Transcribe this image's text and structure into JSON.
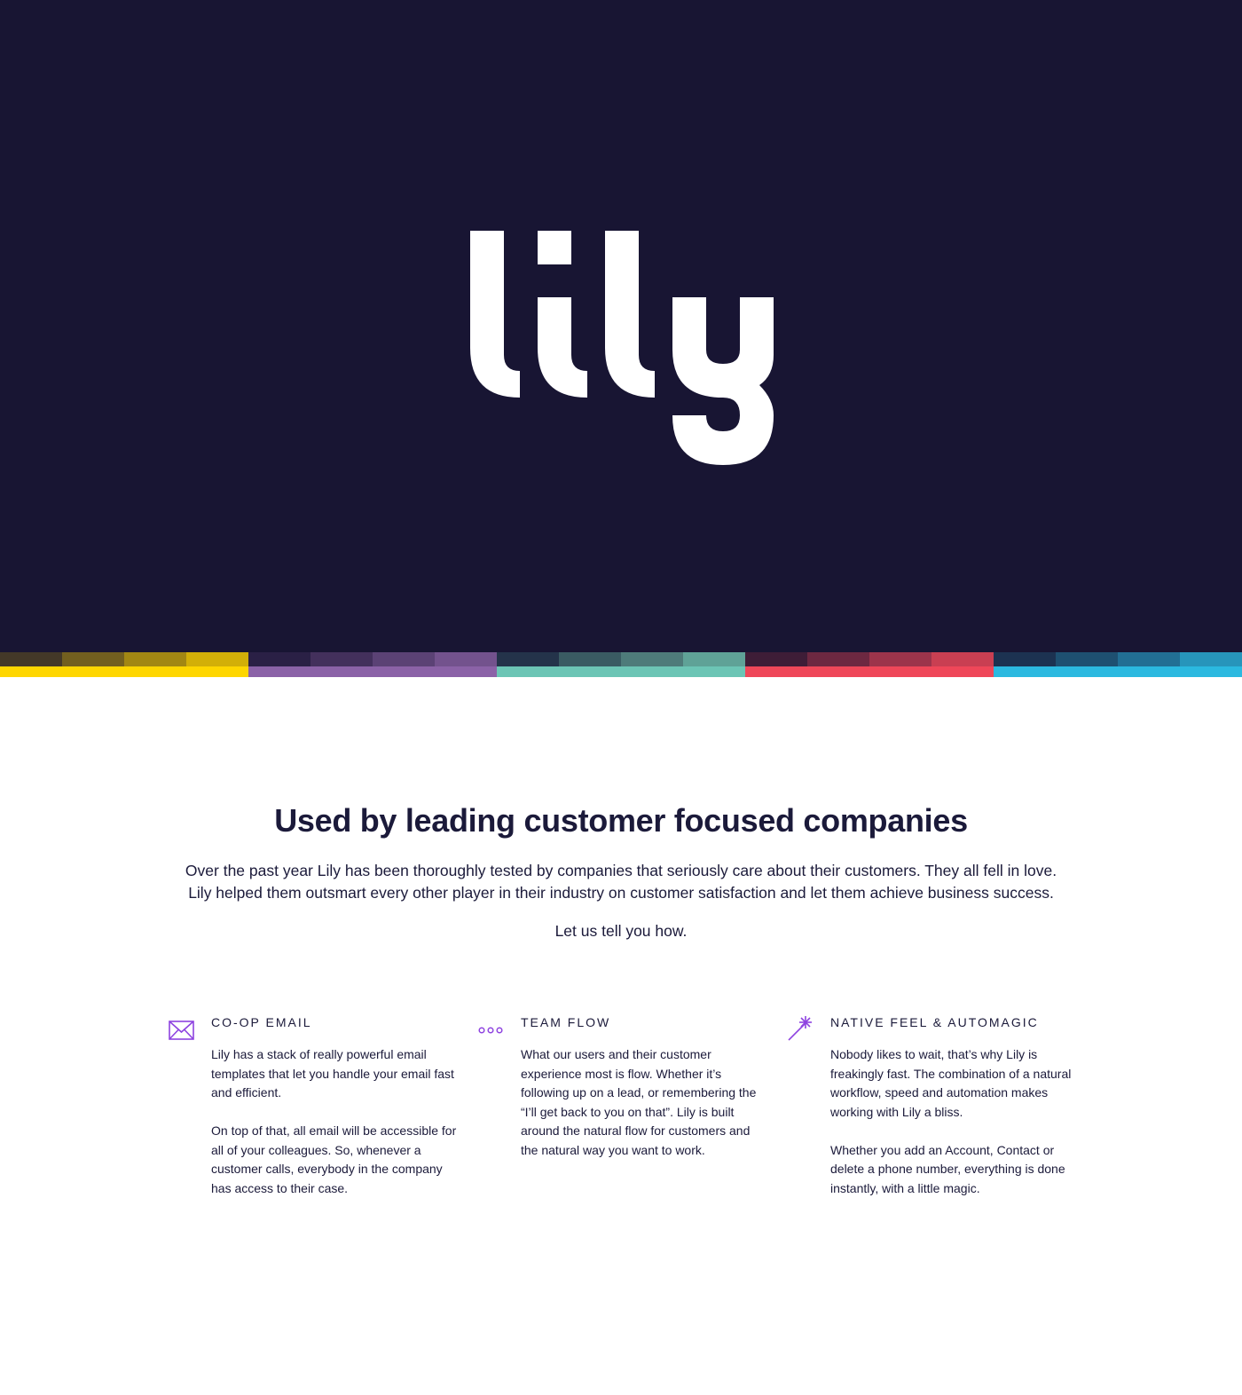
{
  "hero": {
    "background": "#181533",
    "logo": {
      "text": "lily",
      "color": "#ffffff",
      "icon": "lily-wordmark-logo"
    }
  },
  "palette": [
    {
      "name": "yellow",
      "main": "#fed600",
      "shades": [
        "#433828",
        "#725f1f",
        "#a28713",
        "#d2af08"
      ]
    },
    {
      "name": "purple",
      "main": "#8b62a7",
      "shades": [
        "#2a2045",
        "#43305c",
        "#5b4275",
        "#73528d"
      ]
    },
    {
      "name": "teal",
      "main": "#6cc5b5",
      "shades": [
        "#24334a",
        "#3a5b63",
        "#4e7b7a",
        "#5fa297"
      ]
    },
    {
      "name": "red",
      "main": "#ef4759",
      "shades": [
        "#3e1d37",
        "#6d2841",
        "#9c344b",
        "#c93f52"
      ]
    },
    {
      "name": "blue",
      "main": "#2bb9e0",
      "shades": [
        "#1c3251",
        "#1e5071",
        "#226f94",
        "#2795bb"
      ]
    }
  ],
  "intro": {
    "heading": "Used by leading customer focused companies",
    "lead_line1": "Over the past year Lily has been thoroughly tested by companies that seriously care about their customers. They all fell in love.",
    "lead_line2": "Lily helped them outsmart every other player in their industry on customer satisfaction and let them achieve business success.",
    "cta": "Let us tell you how."
  },
  "accent_color": "#8e43e0",
  "features": [
    {
      "icon": "envelope-icon",
      "title": "CO-OP EMAIL",
      "paragraphs": [
        "Lily has a stack of really powerful email templates that let you handle your email fast and efficient.",
        "On top of that, all email will be accessible for all of your colleagues. So, whenever a customer calls, everybody in the company has access to their case."
      ]
    },
    {
      "icon": "three-dots-icon",
      "title": "TEAM FLOW",
      "paragraphs": [
        "What our users and their customer experience most is flow. Whether it’s following up on a lead, or remembering the “I’ll get back to you on that”. Lily is built around the natural flow for customers and the natural way you want to work."
      ]
    },
    {
      "icon": "magic-wand-icon",
      "title": "NATIVE FEEL & AUTOMAGIC",
      "paragraphs": [
        "Nobody likes to wait, that’s why Lily is freakingly fast. The combination of a natural workflow, speed and automation makes working with Lily a bliss.",
        "Whether you add an Account, Contact or delete a phone number, everything is done instantly, with a little magic."
      ]
    }
  ]
}
